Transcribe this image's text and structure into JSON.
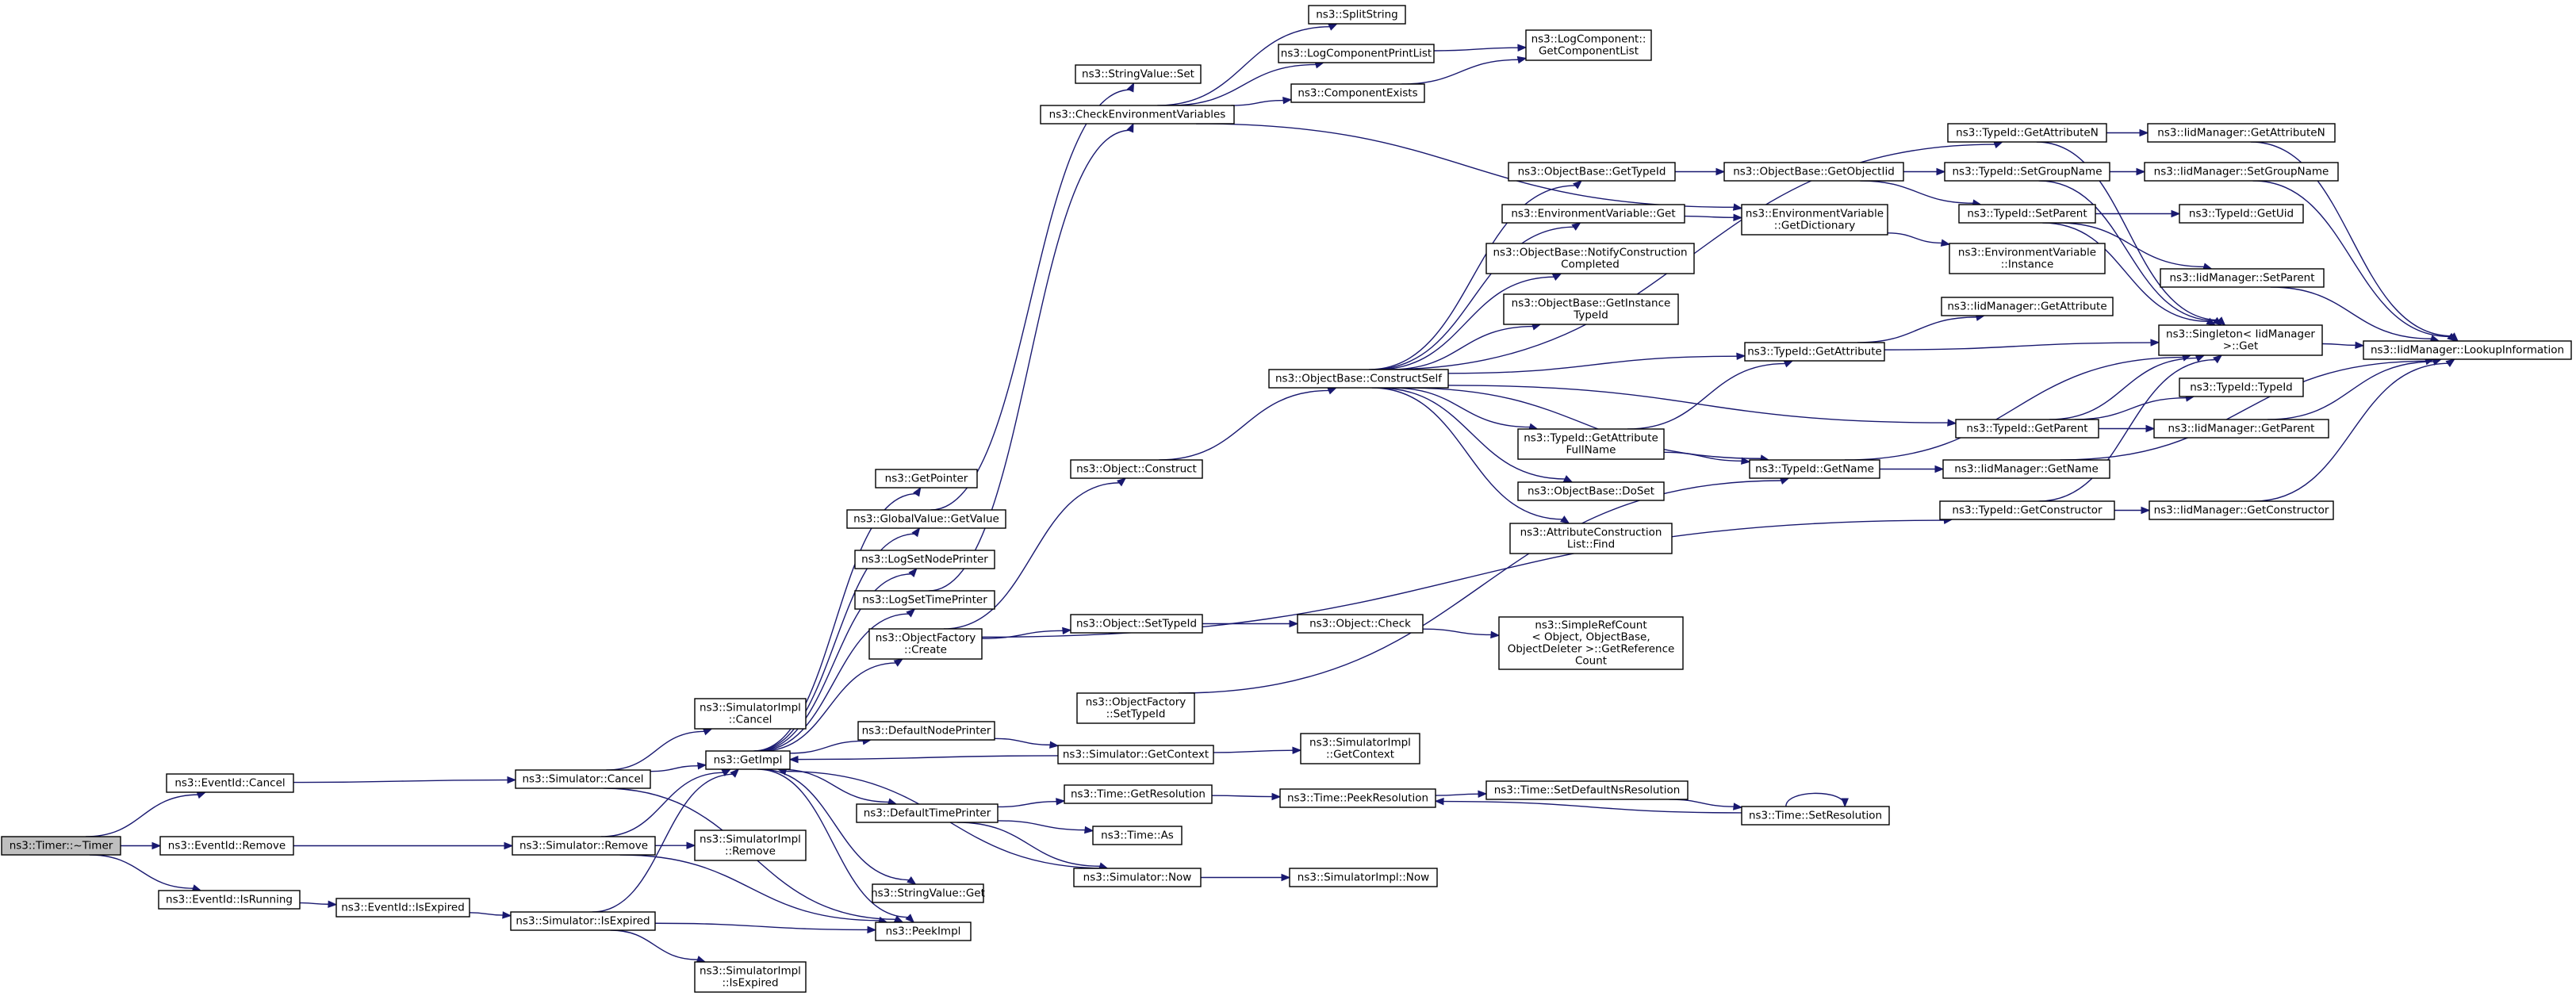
{
  "nodes": [
    {
      "id": "timer",
      "lines": [
        "ns3::Timer::~Timer"
      ],
      "root": true
    },
    {
      "id": "ev_cancel",
      "lines": [
        "ns3::EventId::Cancel"
      ]
    },
    {
      "id": "ev_remove",
      "lines": [
        "ns3::EventId::Remove"
      ]
    },
    {
      "id": "ev_isrunning",
      "lines": [
        "ns3::EventId::IsRunning"
      ]
    },
    {
      "id": "ev_isexpired",
      "lines": [
        "ns3::EventId::IsExpired"
      ]
    },
    {
      "id": "sim_cancel",
      "lines": [
        "ns3::Simulator::Cancel"
      ]
    },
    {
      "id": "sim_remove",
      "lines": [
        "ns3::Simulator::Remove"
      ]
    },
    {
      "id": "sim_isexpired",
      "lines": [
        "ns3::Simulator::IsExpired"
      ]
    },
    {
      "id": "simimpl_cancel",
      "lines": [
        "ns3::SimulatorImpl",
        "::Cancel"
      ]
    },
    {
      "id": "simimpl_remove",
      "lines": [
        "ns3::SimulatorImpl",
        "::Remove"
      ]
    },
    {
      "id": "simimpl_isexpired",
      "lines": [
        "ns3::SimulatorImpl",
        "::IsExpired"
      ]
    },
    {
      "id": "getimpl",
      "lines": [
        "ns3::GetImpl"
      ]
    },
    {
      "id": "peekimpl",
      "lines": [
        "ns3::PeekImpl"
      ]
    },
    {
      "id": "getpointer",
      "lines": [
        "ns3::GetPointer"
      ]
    },
    {
      "id": "gv_getvalue",
      "lines": [
        "ns3::GlobalValue::GetValue"
      ]
    },
    {
      "id": "logsetnodeprinter",
      "lines": [
        "ns3::LogSetNodePrinter"
      ]
    },
    {
      "id": "logsettimeprinter",
      "lines": [
        "ns3::LogSetTimePrinter"
      ]
    },
    {
      "id": "objfactory_create",
      "lines": [
        "ns3::ObjectFactory",
        "::Create"
      ]
    },
    {
      "id": "defaultnodeprinter",
      "lines": [
        "ns3::DefaultNodePrinter"
      ]
    },
    {
      "id": "defaulttimeprinter",
      "lines": [
        "ns3::DefaultTimePrinter"
      ]
    },
    {
      "id": "stringvalue_get",
      "lines": [
        "ns3::StringValue::Get"
      ]
    },
    {
      "id": "stringvalue_set",
      "lines": [
        "ns3::StringValue::Set"
      ]
    },
    {
      "id": "checkenv",
      "lines": [
        "ns3::CheckEnvironmentVariables"
      ]
    },
    {
      "id": "splitstring",
      "lines": [
        "ns3::SplitString"
      ]
    },
    {
      "id": "logcomp_printlist",
      "lines": [
        "ns3::LogComponentPrintList"
      ]
    },
    {
      "id": "componentexists",
      "lines": [
        "ns3::ComponentExists"
      ]
    },
    {
      "id": "logcomp_getlist",
      "lines": [
        "ns3::LogComponent::",
        "GetComponentList"
      ]
    },
    {
      "id": "obj_construct",
      "lines": [
        "ns3::Object::Construct"
      ]
    },
    {
      "id": "obj_settypeid",
      "lines": [
        "ns3::Object::SetTypeId"
      ]
    },
    {
      "id": "objfactory_settypeid",
      "lines": [
        "ns3::ObjectFactory",
        "::SetTypeId"
      ]
    },
    {
      "id": "sim_getcontext",
      "lines": [
        "ns3::Simulator::GetContext"
      ]
    },
    {
      "id": "time_getresolution",
      "lines": [
        "ns3::Time::GetResolution"
      ]
    },
    {
      "id": "time_as",
      "lines": [
        "ns3::Time::As"
      ]
    },
    {
      "id": "sim_now",
      "lines": [
        "ns3::Simulator::Now"
      ]
    },
    {
      "id": "objbase_constructself",
      "lines": [
        "ns3::ObjectBase::ConstructSelf"
      ]
    },
    {
      "id": "obj_check",
      "lines": [
        "ns3::Object::Check"
      ]
    },
    {
      "id": "simimpl_getcontext",
      "lines": [
        "ns3::SimulatorImpl",
        "::GetContext"
      ]
    },
    {
      "id": "time_peekresolution",
      "lines": [
        "ns3::Time::PeekResolution"
      ]
    },
    {
      "id": "simimpl_now",
      "lines": [
        "ns3::SimulatorImpl::Now"
      ]
    },
    {
      "id": "objbase_gettypeid",
      "lines": [
        "ns3::ObjectBase::GetTypeId"
      ]
    },
    {
      "id": "envvar_get",
      "lines": [
        "ns3::EnvironmentVariable::Get"
      ]
    },
    {
      "id": "objbase_notify",
      "lines": [
        "ns3::ObjectBase::NotifyConstruction",
        "Completed"
      ]
    },
    {
      "id": "objbase_getinstance",
      "lines": [
        "ns3::ObjectBase::GetInstance",
        "TypeId"
      ]
    },
    {
      "id": "typeid_getattrfullname",
      "lines": [
        "ns3::TypeId::GetAttribute",
        "FullName"
      ]
    },
    {
      "id": "objbase_doset",
      "lines": [
        "ns3::ObjectBase::DoSet"
      ]
    },
    {
      "id": "attrconstlist_find",
      "lines": [
        "ns3::AttributeConstruction",
        "List::Find"
      ]
    },
    {
      "id": "simplerefcount",
      "lines": [
        "ns3::SimpleRefCount",
        "< Object, ObjectBase,",
        "ObjectDeleter >::GetReference",
        "Count"
      ]
    },
    {
      "id": "time_setdefaultns",
      "lines": [
        "ns3::Time::SetDefaultNsResolution"
      ]
    },
    {
      "id": "time_setresolution",
      "lines": [
        "ns3::Time::SetResolution"
      ]
    },
    {
      "id": "objbase_getobjectiid",
      "lines": [
        "ns3::ObjectBase::GetObjectIid"
      ]
    },
    {
      "id": "envvar_getdict",
      "lines": [
        "ns3::EnvironmentVariable",
        "::GetDictionary"
      ]
    },
    {
      "id": "typeid_getattribute",
      "lines": [
        "ns3::TypeId::GetAttribute"
      ]
    },
    {
      "id": "typeid_getname",
      "lines": [
        "ns3::TypeId::GetName"
      ]
    },
    {
      "id": "typeid_getattributen",
      "lines": [
        "ns3::TypeId::GetAttributeN"
      ]
    },
    {
      "id": "typeid_setgroupname",
      "lines": [
        "ns3::TypeId::SetGroupName"
      ]
    },
    {
      "id": "typeid_setparent",
      "lines": [
        "ns3::TypeId::SetParent"
      ]
    },
    {
      "id": "envvar_instance",
      "lines": [
        "ns3::EnvironmentVariable",
        "::Instance"
      ]
    },
    {
      "id": "iid_getattribute",
      "lines": [
        "ns3::IidManager::GetAttribute"
      ]
    },
    {
      "id": "typeid_getparent",
      "lines": [
        "ns3::TypeId::GetParent"
      ]
    },
    {
      "id": "iid_getname",
      "lines": [
        "ns3::IidManager::GetName"
      ]
    },
    {
      "id": "typeid_getconstructor",
      "lines": [
        "ns3::TypeId::GetConstructor"
      ]
    },
    {
      "id": "iid_getattributen",
      "lines": [
        "ns3::IidManager::GetAttributeN"
      ]
    },
    {
      "id": "iid_setgroupname",
      "lines": [
        "ns3::IidManager::SetGroupName"
      ]
    },
    {
      "id": "typeid_getuid",
      "lines": [
        "ns3::TypeId::GetUid"
      ]
    },
    {
      "id": "iid_setparent",
      "lines": [
        "ns3::IidManager::SetParent"
      ]
    },
    {
      "id": "singleton_get",
      "lines": [
        "ns3::Singleton< IidManager",
        ">::Get"
      ]
    },
    {
      "id": "typeid_typeid",
      "lines": [
        "ns3::TypeId::TypeId"
      ]
    },
    {
      "id": "iid_getparent",
      "lines": [
        "ns3::IidManager::GetParent"
      ]
    },
    {
      "id": "iid_getconstructor",
      "lines": [
        "ns3::IidManager::GetConstructor"
      ]
    },
    {
      "id": "iid_lookupinfo",
      "lines": [
        "ns3::IidManager::LookupInformation"
      ]
    }
  ],
  "edges": [
    [
      "timer",
      "ev_cancel"
    ],
    [
      "timer",
      "ev_remove"
    ],
    [
      "timer",
      "ev_isrunning"
    ],
    [
      "ev_cancel",
      "sim_cancel"
    ],
    [
      "ev_remove",
      "sim_remove"
    ],
    [
      "ev_isrunning",
      "ev_isexpired"
    ],
    [
      "ev_isexpired",
      "sim_isexpired"
    ],
    [
      "sim_cancel",
      "simimpl_cancel"
    ],
    [
      "sim_cancel",
      "getimpl"
    ],
    [
      "sim_cancel",
      "peekimpl"
    ],
    [
      "sim_remove",
      "simimpl_remove"
    ],
    [
      "sim_remove",
      "getimpl"
    ],
    [
      "sim_remove",
      "peekimpl"
    ],
    [
      "sim_isexpired",
      "simimpl_isexpired"
    ],
    [
      "sim_isexpired",
      "getimpl"
    ],
    [
      "sim_isexpired",
      "peekimpl"
    ],
    [
      "getimpl",
      "getpointer"
    ],
    [
      "getimpl",
      "gv_getvalue"
    ],
    [
      "getimpl",
      "logsetnodeprinter"
    ],
    [
      "getimpl",
      "logsettimeprinter"
    ],
    [
      "getimpl",
      "objfactory_create"
    ],
    [
      "getimpl",
      "defaultnodeprinter"
    ],
    [
      "getimpl",
      "defaulttimeprinter"
    ],
    [
      "getimpl",
      "stringvalue_get"
    ],
    [
      "getimpl",
      "peekimpl"
    ],
    [
      "gv_getvalue",
      "stringvalue_set"
    ],
    [
      "logsettimeprinter",
      "checkenv"
    ],
    [
      "checkenv",
      "splitstring"
    ],
    [
      "checkenv",
      "logcomp_printlist"
    ],
    [
      "checkenv",
      "componentexists"
    ],
    [
      "checkenv",
      "envvar_getdict"
    ],
    [
      "logcomp_printlist",
      "logcomp_getlist"
    ],
    [
      "componentexists",
      "logcomp_getlist"
    ],
    [
      "objfactory_create",
      "obj_construct"
    ],
    [
      "objfactory_create",
      "obj_settypeid"
    ],
    [
      "objfactory_create",
      "typeid_getconstructor"
    ],
    [
      "obj_construct",
      "objbase_constructself"
    ],
    [
      "obj_settypeid",
      "obj_check"
    ],
    [
      "obj_check",
      "simplerefcount"
    ],
    [
      "objfactory_settypeid",
      "typeid_getname"
    ],
    [
      "sim_getcontext",
      "simimpl_getcontext"
    ],
    [
      "sim_getcontext",
      "getimpl"
    ],
    [
      "defaultnodeprinter",
      "sim_getcontext"
    ],
    [
      "defaulttimeprinter",
      "time_getresolution"
    ],
    [
      "defaulttimeprinter",
      "time_as"
    ],
    [
      "defaulttimeprinter",
      "sim_now"
    ],
    [
      "sim_now",
      "simimpl_now"
    ],
    [
      "sim_now",
      "getimpl"
    ],
    [
      "time_getresolution",
      "time_peekresolution"
    ],
    [
      "time_peekresolution",
      "time_setdefaultns"
    ],
    [
      "time_setdefaultns",
      "time_setresolution"
    ],
    [
      "time_setresolution",
      "time_peekresolution"
    ],
    [
      "time_setresolution",
      "time_setresolution"
    ],
    [
      "objbase_constructself",
      "objbase_gettypeid"
    ],
    [
      "objbase_constructself",
      "envvar_get"
    ],
    [
      "objbase_constructself",
      "objbase_notify"
    ],
    [
      "objbase_constructself",
      "objbase_getinstance"
    ],
    [
      "objbase_constructself",
      "typeid_getattrfullname"
    ],
    [
      "objbase_constructself",
      "objbase_doset"
    ],
    [
      "objbase_constructself",
      "attrconstlist_find"
    ],
    [
      "objbase_constructself",
      "typeid_getattribute"
    ],
    [
      "objbase_constructself",
      "typeid_getname"
    ],
    [
      "objbase_constructself",
      "typeid_getattributen"
    ],
    [
      "objbase_constructself",
      "typeid_getparent"
    ],
    [
      "objbase_gettypeid",
      "objbase_getobjectiid"
    ],
    [
      "objbase_getobjectiid",
      "typeid_setgroupname"
    ],
    [
      "objbase_getobjectiid",
      "typeid_setparent"
    ],
    [
      "envvar_get",
      "envvar_getdict"
    ],
    [
      "envvar_getdict",
      "envvar_instance"
    ],
    [
      "typeid_getattrfullname",
      "typeid_getattribute"
    ],
    [
      "typeid_getattrfullname",
      "typeid_getname"
    ],
    [
      "typeid_getattribute",
      "iid_getattribute"
    ],
    [
      "typeid_getattribute",
      "singleton_get"
    ],
    [
      "typeid_getname",
      "iid_getname"
    ],
    [
      "typeid_getname",
      "singleton_get"
    ],
    [
      "typeid_getattributen",
      "iid_getattributen"
    ],
    [
      "typeid_getattributen",
      "singleton_get"
    ],
    [
      "typeid_setgroupname",
      "iid_setgroupname"
    ],
    [
      "typeid_setgroupname",
      "singleton_get"
    ],
    [
      "typeid_setparent",
      "typeid_getuid"
    ],
    [
      "typeid_setparent",
      "iid_setparent"
    ],
    [
      "typeid_setparent",
      "singleton_get"
    ],
    [
      "typeid_getparent",
      "typeid_typeid"
    ],
    [
      "typeid_getparent",
      "iid_getparent"
    ],
    [
      "typeid_getparent",
      "singleton_get"
    ],
    [
      "typeid_getconstructor",
      "iid_getconstructor"
    ],
    [
      "typeid_getconstructor",
      "singleton_get"
    ],
    [
      "iid_getattributen",
      "iid_lookupinfo"
    ],
    [
      "iid_setgroupname",
      "iid_lookupinfo"
    ],
    [
      "iid_setparent",
      "iid_lookupinfo"
    ],
    [
      "singleton_get",
      "iid_lookupinfo"
    ],
    [
      "iid_getparent",
      "iid_lookupinfo"
    ],
    [
      "iid_getname",
      "iid_lookupinfo"
    ],
    [
      "iid_getconstructor",
      "iid_lookupinfo"
    ]
  ]
}
